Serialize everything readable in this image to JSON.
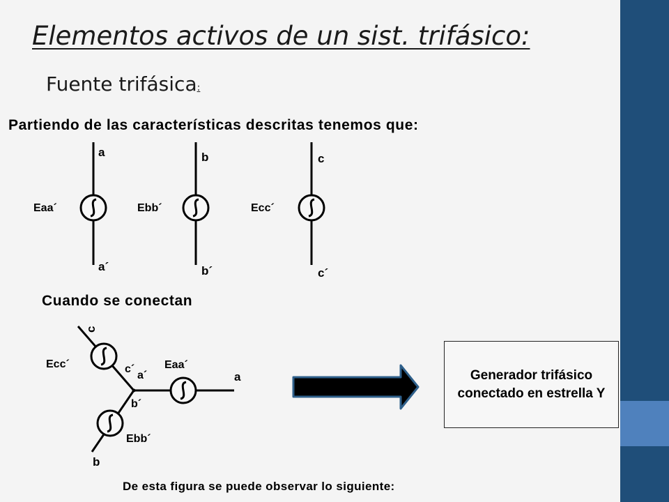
{
  "slide": {
    "title": "Elementos activos de un sist. trifásico:",
    "subtitle": "Fuente trifásica",
    "subtitle_colon": ":",
    "intro": "Partiendo de las características descritas tenemos que:",
    "section2": "Cuando se conectan",
    "footer": "De esta figura se puede observar lo siguiente:"
  },
  "sources": [
    {
      "top": "a",
      "bottom": "a´",
      "label": "Eaa´"
    },
    {
      "top": "b",
      "bottom": "b´",
      "label": "Ebb´"
    },
    {
      "top": "c",
      "bottom": "c´",
      "label": "Ecc´"
    }
  ],
  "star": {
    "c": "c",
    "ecc": "Ecc´",
    "c_prime": "c´",
    "a_prime": "a´",
    "eaa": "Eaa´",
    "a": "a",
    "b_prime": "b´",
    "ebb": "Ebb´",
    "b": "b"
  },
  "result_box": {
    "text": "Generador trifásico conectado en estrella Y"
  },
  "colors": {
    "sidebar": "#1f4e79",
    "sidebar_accent": "#4f81bd",
    "arrow_fill": "#000000",
    "arrow_outline": "#2e5f8a"
  },
  "icons": [
    "ac-source-symbol",
    "right-arrow"
  ]
}
